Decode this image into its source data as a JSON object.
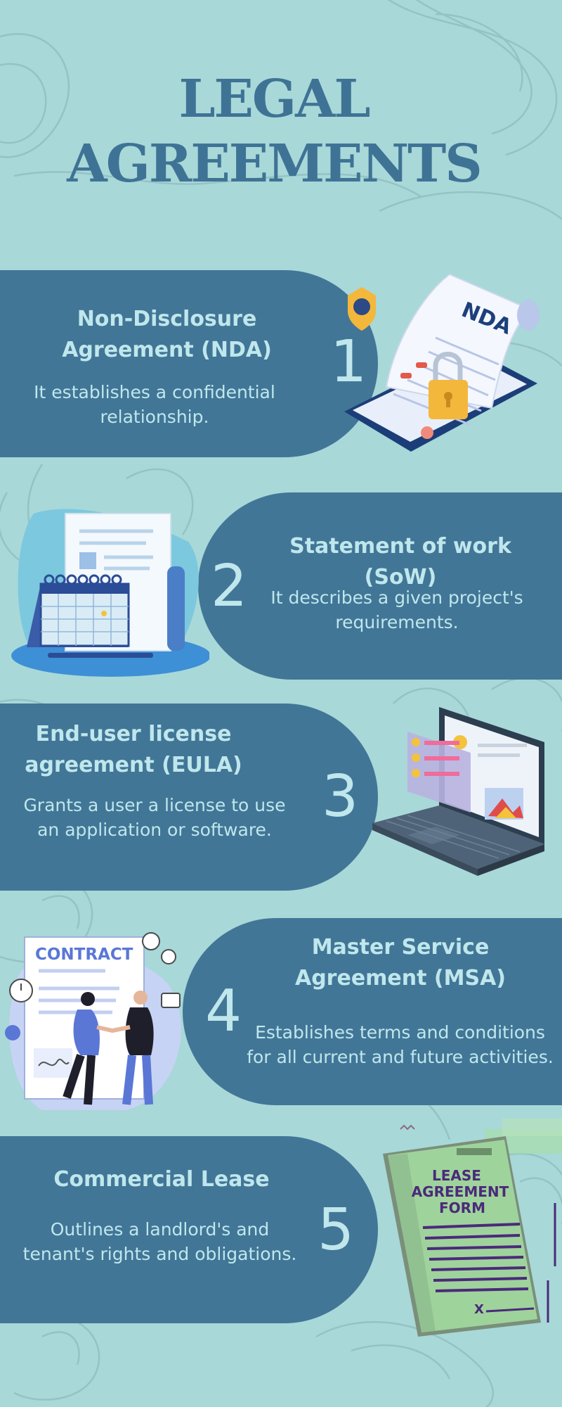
{
  "title": {
    "line1": "LEGAL",
    "line2": "AGREEMENTS"
  },
  "items": [
    {
      "number": "1",
      "heading": "Non-Disclosure Agreement (NDA)",
      "description": "It establishes a confidential relationship.",
      "illustration_text": "NDA"
    },
    {
      "number": "2",
      "heading": "Statement of work (SoW)",
      "description": "It describes a given project's requirements."
    },
    {
      "number": "3",
      "heading": "End-user license agreement (EULA)",
      "description": "Grants a user a license to use an application or software."
    },
    {
      "number": "4",
      "heading": "Master Service Agreement (MSA)",
      "description": "Establishes terms and conditions for all current and future activities.",
      "illustration_text": "CONTRACT"
    },
    {
      "number": "5",
      "heading": "Commercial Lease",
      "description": "Outlines a landlord's and tenant's rights and obligations.",
      "illustration_text_1": "LEASE",
      "illustration_text_2": "AGREEMENT",
      "illustration_text_3": "FORM",
      "illustration_mark": "X"
    }
  ],
  "colors": {
    "background": "#a8d8d8",
    "panel": "#427697",
    "text_light": "#bfe7ec",
    "title": "#3f7395"
  },
  "icons": [
    "topographic-contour-lines",
    "nda-document-lock-icon",
    "calendar-document-icon",
    "laptop-dashboard-icon",
    "contract-handshake-icon",
    "lease-form-icon"
  ]
}
